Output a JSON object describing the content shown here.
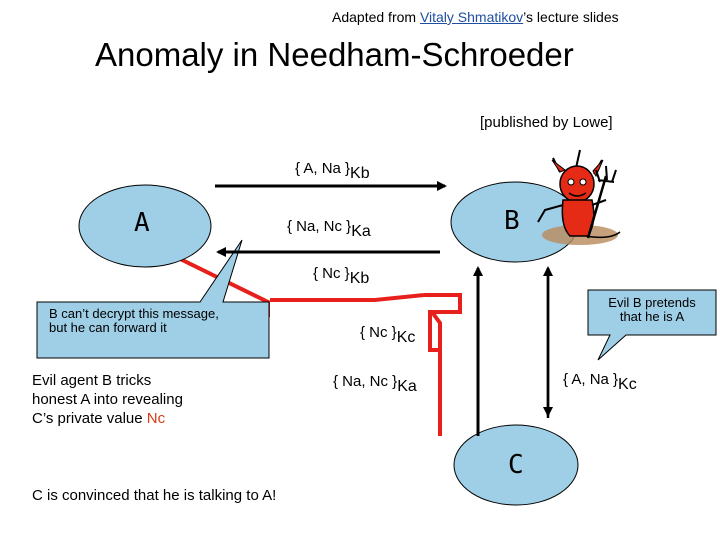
{
  "header": {
    "credit_prefix": "Adapted from ",
    "credit_link": "Vitaly Shmatikov",
    "credit_suffix": "’s lecture slides",
    "title": "Anomaly in Needham-Schroeder",
    "publication": "[published by Lowe]"
  },
  "nodes": {
    "a": "A",
    "b": "B",
    "c": "C"
  },
  "messages": {
    "m1": {
      "body": "{ A, Na }",
      "key": "Kb"
    },
    "m2": {
      "body": "{ Na, Nc }",
      "key": "Ka"
    },
    "m3": {
      "body": "{ Nc }",
      "key": "Kb"
    },
    "m4": {
      "body": "{ Nc }",
      "key": "Kc"
    },
    "m5": {
      "body": "{ Na, Nc }",
      "key": "Ka"
    },
    "m6": {
      "body": "{ A, Na }",
      "key": "Kc"
    }
  },
  "callouts": {
    "a_line1": "B can’t decrypt this message,",
    "a_line2": "but he can forward it",
    "b_line1": "Evil B pretends",
    "b_line2": "that he is A"
  },
  "notes": {
    "evil_line1": "Evil agent B tricks",
    "evil_line2": "honest A into revealing",
    "evil_line3": "C’s private value ",
    "evil_highlight": "Nc",
    "convinced": "C is convinced that he is talking to A!"
  },
  "colors": {
    "node_fill": "#9fcfe6",
    "callout_fill": "#9fcfe6",
    "attack_path": "#e8201c",
    "highlight": "#d83a1a",
    "link": "#1f4fa0"
  }
}
